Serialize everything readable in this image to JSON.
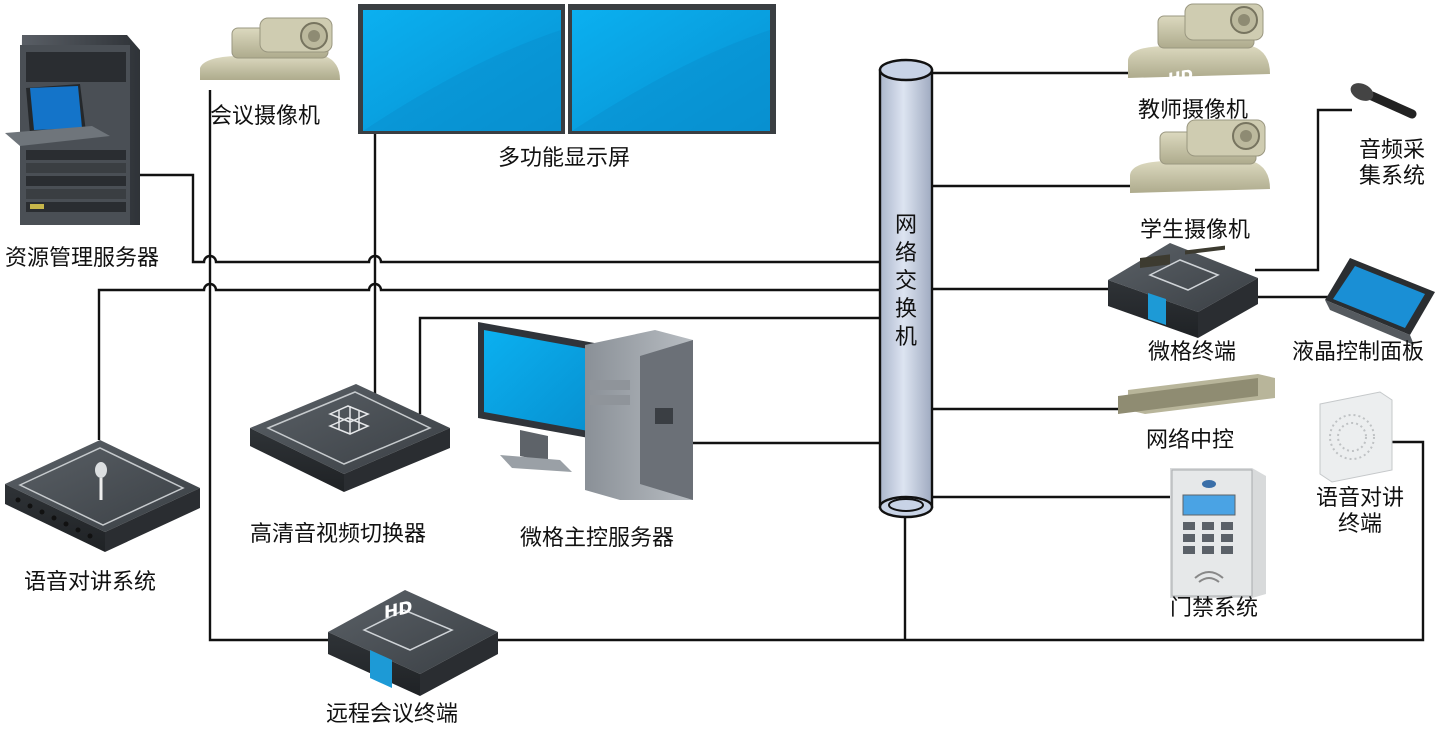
{
  "diagram": {
    "switch_label": "网络交换机",
    "nodes": {
      "resource_server": "资源管理服务器",
      "meeting_camera": "会议摄像机",
      "display_wall": "多功能显示屏",
      "teacher_camera": "教师摄像机",
      "student_camera": "学生摄像机",
      "audio_capture": "音频采\n集系统",
      "micro_terminal": "微格终端",
      "lcd_panel": "液晶控制面板",
      "network_control": "网络中控",
      "intercom_terminal": "语音对讲\n终端",
      "access_control": "门禁系统",
      "av_switcher": "高清音视频切换器",
      "main_server": "微格主控服务器",
      "intercom_system": "语音对讲系统",
      "remote_terminal": "远程会议终端"
    },
    "device_marks": {
      "hd_badge": "HD"
    },
    "colors": {
      "screen_blue": "#0aa0e0",
      "device_dark": "#3d4247",
      "switch_tube": "#c8d3e6",
      "wire": "#111111",
      "camera_body": "#c9c6a8"
    }
  }
}
